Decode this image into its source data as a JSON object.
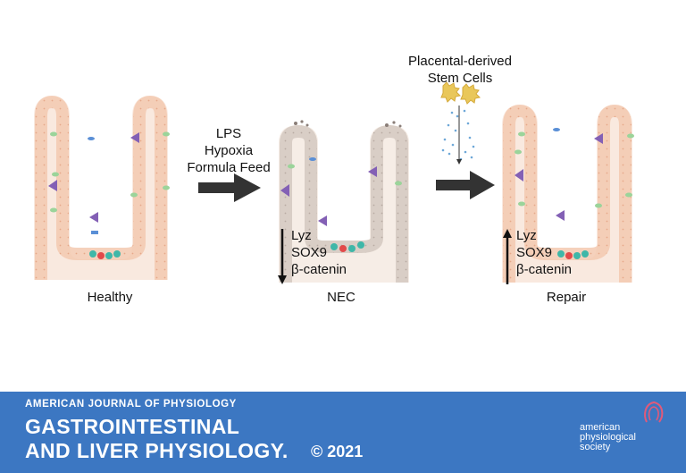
{
  "stages": {
    "healthy": "Healthy",
    "nec": "NEC",
    "repair": "Repair"
  },
  "insults": [
    "LPS",
    "Hypoxia",
    "Formula Feed"
  ],
  "treatment": [
    "Placental-derived",
    "Stem Cells"
  ],
  "markers": [
    "Lyz",
    "SOX9",
    "β-catenin"
  ],
  "colors": {
    "tissue": "#f9e9df",
    "epithelium": "#f3c9b0",
    "damaged": "#d9cec6",
    "arrow": "#333333",
    "banner": "#3c77c2"
  },
  "banner": {
    "journal_top": "AMERICAN JOURNAL OF PHYSIOLOGY",
    "line1": "GASTROINTESTINAL",
    "line2": "AND LIVER PHYSIOLOGY.",
    "year": "© 2021",
    "society": [
      "american",
      "physiological",
      "society"
    ]
  }
}
